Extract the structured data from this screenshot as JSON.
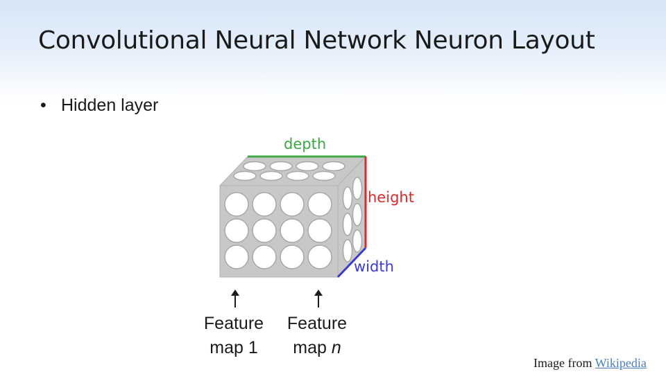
{
  "slide": {
    "title": "Convolutional Neural Network Neuron Layout",
    "bullets": [
      "Hidden layer"
    ]
  },
  "diagram": {
    "labels": {
      "depth": "depth",
      "height": "height",
      "width": "width"
    },
    "colors": {
      "depth": "#3aa845",
      "height": "#d92b2b",
      "width": "#3a3ad6",
      "cube": "#c8c8c8"
    },
    "grid": {
      "rows": 3,
      "cols": 4
    }
  },
  "feature_maps": [
    {
      "line1": "Feature",
      "line2_prefix": "map ",
      "line2_value": "1"
    },
    {
      "line1": "Feature",
      "line2_prefix": "map ",
      "line2_value": "n"
    }
  ],
  "credit": {
    "prefix": "Image from ",
    "link_text": "Wikipedia"
  }
}
